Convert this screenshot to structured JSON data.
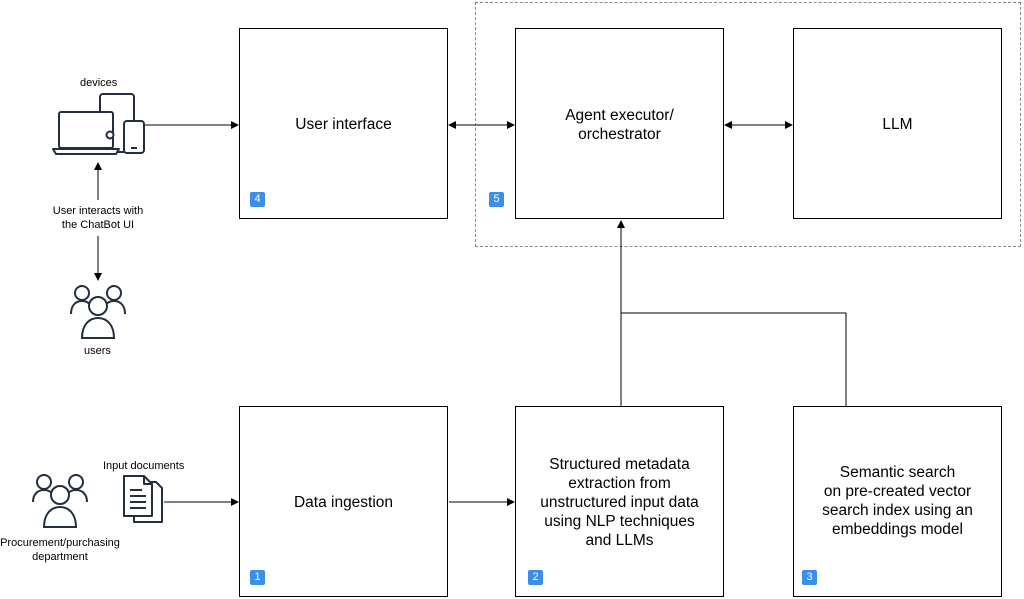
{
  "boxes": {
    "user_interface": {
      "label": "User interface",
      "badge": "4"
    },
    "agent": {
      "label_line1": "Agent executor/",
      "label_line2": "orchestrator",
      "badge": "5"
    },
    "llm": {
      "label": "LLM"
    },
    "data_ingestion": {
      "label": "Data ingestion",
      "badge": "1"
    },
    "structured": {
      "lines": [
        "Structured metadata",
        "extraction from",
        "unstructured input data",
        "using NLP techniques",
        "and LLMs"
      ],
      "badge": "2"
    },
    "semantic": {
      "lines": [
        "Semantic search",
        "on pre-created vector",
        "search index using an",
        "embeddings model"
      ],
      "badge": "3"
    }
  },
  "labels": {
    "devices": "devices",
    "interaction_line1": "User interacts with",
    "interaction_line2": "the ChatBot UI",
    "users": "users",
    "input_documents": "Input documents",
    "procurement_line1": "Procurement/purchasing",
    "procurement_line2": "department"
  },
  "colors": {
    "badge": "#3b8fe8",
    "border": "#000000",
    "dashed_group": "#8a8a8a",
    "icon_stroke": "#232f3e"
  },
  "icons": [
    "devices-icon",
    "users-icon",
    "documents-icon",
    "procurement-users-icon"
  ]
}
